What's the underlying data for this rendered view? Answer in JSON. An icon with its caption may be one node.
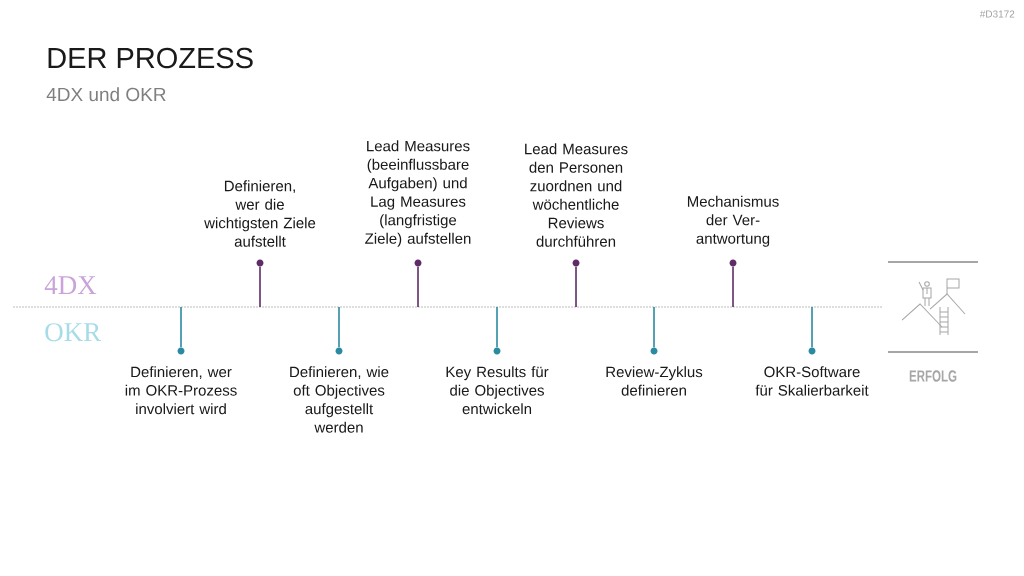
{
  "diagram": {
    "title": "DER PROZESS",
    "nodes": [
      {
        "text": [],
        "shape": "circle",
        "beside": [
          "Definieren, wer die wichtigsten Ziele aufstellt"
        ]
      },
      {
        "text": [],
        "shape": "circle",
        "beside": [
          "Lead Measures (beeinflussbare Aufgaben) und Lag Measures (langfristige Ziele) aufstellen"
        ]
      },
      {
        "text": [],
        "shape": "circle",
        "beside": [
          "Lead Measures den Personen zuordnen und wöchentliche Reviews durchführen"
        ]
      },
      {
        "text": [],
        "shape": "circle",
        "beside": [
          "Mechanismus der Ver- antwortung"
        ]
      },
      {
        "text": [],
        "shape": "circle",
        "beside": [
          "Definieren, wer im OKR-Prozess involviert wird"
        ]
      },
      {
        "text": [],
        "shape": "circle",
        "beside": [
          "Definieren, wie oft Objectives aufgestellt werden"
        ]
      },
      {
        "text": [],
        "shape": "circle",
        "beside": [
          "Key Results für die Objectives entwickeln"
        ]
      },
      {
        "text": [],
        "shape": "circle",
        "beside": [
          "Review-Zyklus definieren"
        ]
      },
      {
        "text": [],
        "shape": "circle",
        "beside": [
          "OKR-Software für Skalierbarkeit"
        ]
      }
    ],
    "edges": [
      {
        "from": 0,
        "to": null,
        "arrow": "none",
        "color": "#5f2c68"
      },
      {
        "from": 1,
        "to": null,
        "arrow": "none",
        "color": "#5f2c68"
      },
      {
        "from": 2,
        "to": null,
        "arrow": "none",
        "color": "#5f2c68"
      },
      {
        "from": 3,
        "to": null,
        "arrow": "none",
        "color": "#5f2c68"
      },
      {
        "from": 4,
        "to": null,
        "arrow": "none",
        "color": "#2a8aa1"
      },
      {
        "from": 5,
        "to": null,
        "arrow": "none",
        "color": "#2a8aa1"
      },
      {
        "from": 6,
        "to": null,
        "arrow": "none",
        "color": "#2a8aa1"
      },
      {
        "from": 7,
        "to": null,
        "arrow": "none",
        "color": "#2a8aa1"
      },
      {
        "from": 8,
        "to": null,
        "arrow": "none",
        "color": "#2a8aa1"
      }
    ],
    "labels": [
      "#D3172",
      "4DX und OKR",
      "4DX",
      "OKR",
      "ERFOLG"
    ]
  }
}
